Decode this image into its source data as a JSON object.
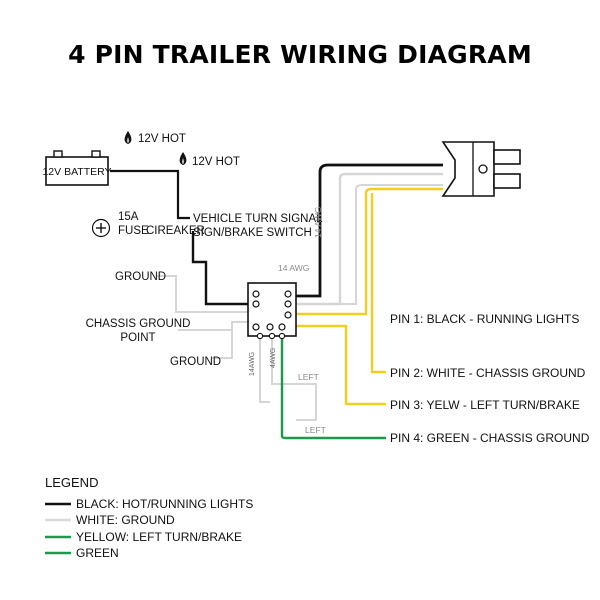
{
  "title": "4 PIN TRAILER WIRING DIAGRAM",
  "battery": {
    "label": "12V BATTERY"
  },
  "hot_labels": [
    "12V HOT",
    "12V HOT"
  ],
  "fuse": {
    "line1": "15A",
    "line2": "FUSE",
    "line3": "CIREAKER"
  },
  "switch": {
    "line1": "VEHICLE TURN SIGNAL",
    "line2": "SIGN/BRAKE SWITCH"
  },
  "ground_labels": {
    "upper": "GROUND",
    "lower": "GROUND"
  },
  "chassis_ground": {
    "line1": "CHASSIS GROUND",
    "line2": "POINT"
  },
  "gauge_labels": {
    "right_wire": "14 AWG",
    "center": "14 AWG",
    "left_vertical": "14AWG",
    "junction": "4AWG"
  },
  "left_labels": [
    "LEFT",
    "LEFT"
  ],
  "pins": [
    "PIN 1: BLACK - RUNNING LIGHTS",
    "PIN 2: WHITE - CHASSIS GROUND",
    "PIN 3: YELW - LEFT TURN/BRAKE",
    "PIN 4: GREEN - CHASSIS GROUND"
  ],
  "legend": {
    "heading": "LEGEND",
    "items": [
      {
        "label": "BLACK: HOT/RUNNING LIGHTS",
        "color": "#111111"
      },
      {
        "label": "WHITE: GROUND",
        "color": "#d9d9d9"
      },
      {
        "label": "YELLOW: LEFT TURN/BRAKE",
        "color": "#1a9a4a"
      },
      {
        "label": "GREEN",
        "color": "#1a9a4a"
      }
    ]
  },
  "colors": {
    "black": "#111111",
    "white": "#d6d6d6",
    "yellow": "#f2cf1e",
    "green": "#1a9a4a"
  },
  "icons": [
    "flame-icon",
    "flame-icon",
    "fuse-symbol-icon",
    "battery-icon",
    "connector-plug-icon",
    "junction-box-icon"
  ]
}
